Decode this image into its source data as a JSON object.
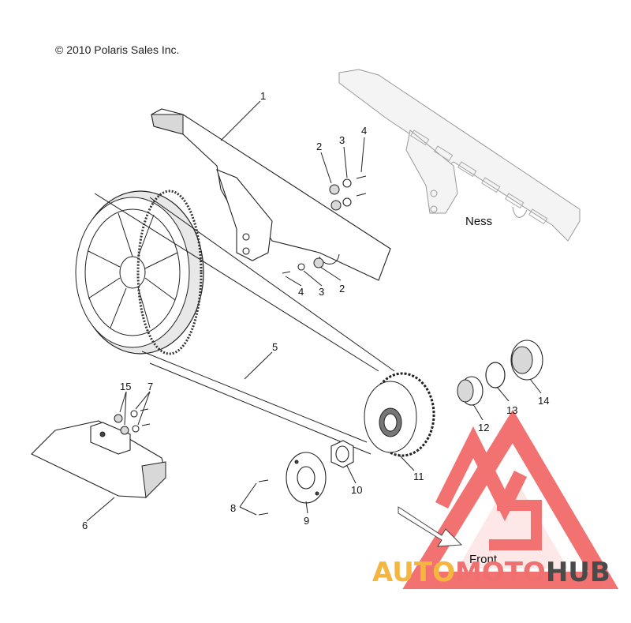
{
  "copyright": "© 2010 Polaris Sales Inc.",
  "variant_label": "Ness",
  "direction_label": "Front",
  "callouts": {
    "c1": "1",
    "c2a": "2",
    "c3a": "3",
    "c4a": "4",
    "c2b": "2",
    "c3b": "3",
    "c4b": "4",
    "c5": "5",
    "c6": "6",
    "c7": "7",
    "c8": "8",
    "c9": "9",
    "c10": "10",
    "c11": "11",
    "c12": "12",
    "c13": "13",
    "c14": "14",
    "c15": "15"
  },
  "watermark": {
    "part1": "AUTO",
    "part2": "MOTO",
    "part3": "HUB",
    "colors": {
      "auto": "#f5b640",
      "moto": "#f07070",
      "hub": "#4a4a4a",
      "logo": "#f05a5a"
    }
  }
}
